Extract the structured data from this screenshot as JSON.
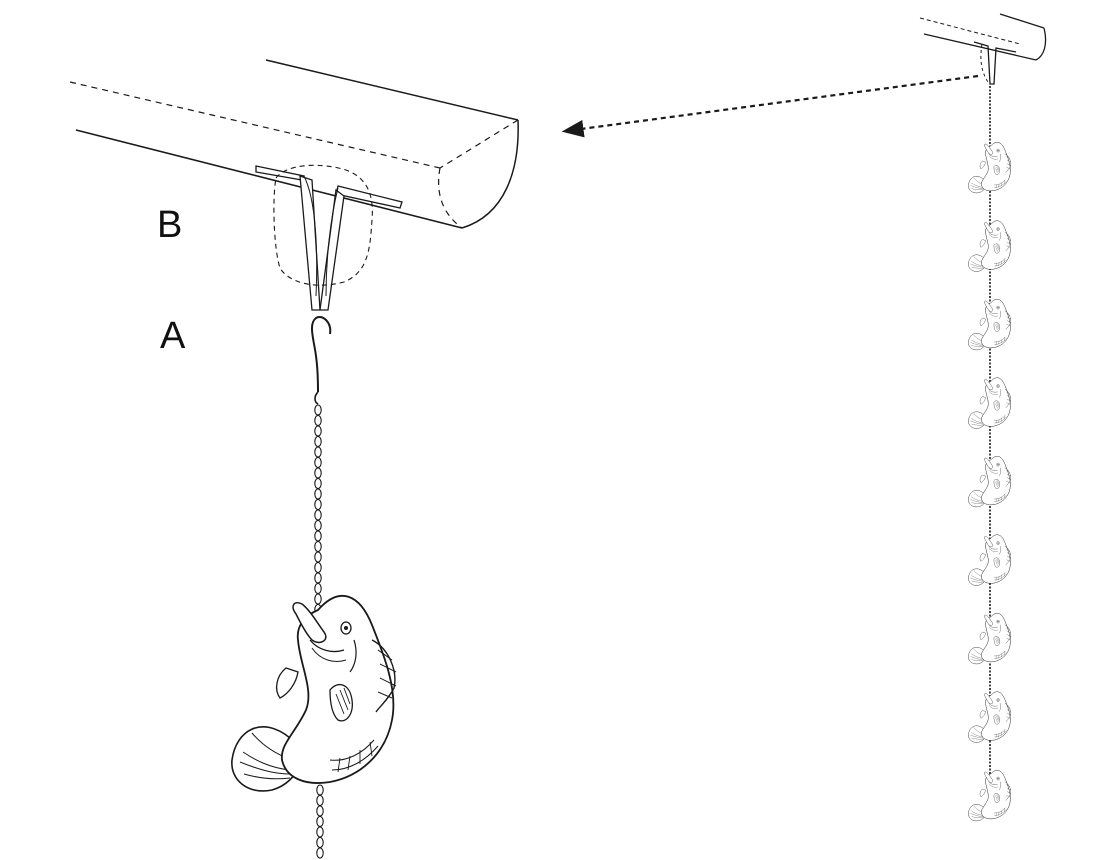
{
  "labels": {
    "b": "B",
    "a": "A"
  },
  "colors": {
    "ink": "#1a1a1a",
    "background": "#ffffff"
  },
  "small_chain": {
    "fish_count": 9
  },
  "icons": {
    "gutter": "gutter-icon",
    "hanger": "v-hanger-clip-icon",
    "hook": "s-hook-icon",
    "fish": "fish-icon",
    "arrow": "dashed-arrow-icon"
  }
}
